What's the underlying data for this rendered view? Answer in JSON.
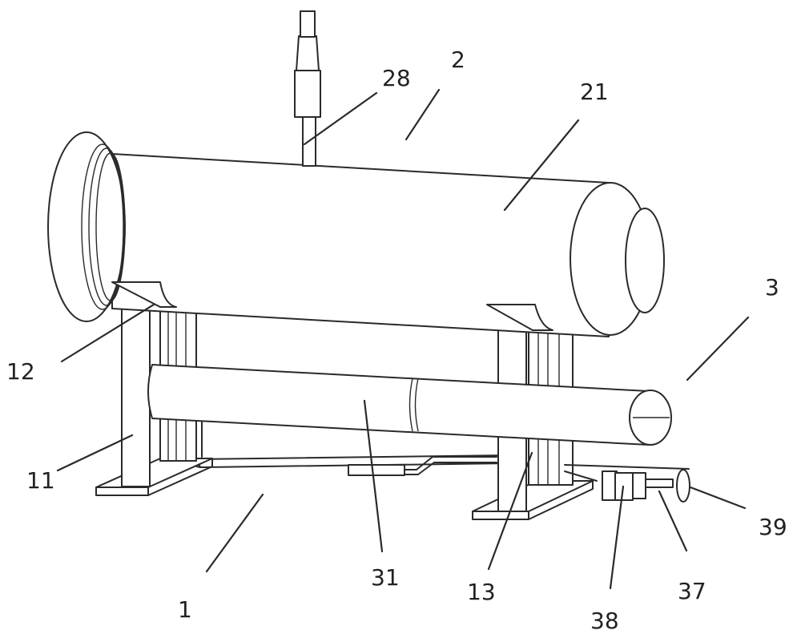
{
  "labels": {
    "l1": "1",
    "l2": "2",
    "l3": "3",
    "l11": "11",
    "l12": "12",
    "l13": "13",
    "l21": "21",
    "l28": "28",
    "l31": "31",
    "l37": "37",
    "l38": "38",
    "l39": "39"
  }
}
